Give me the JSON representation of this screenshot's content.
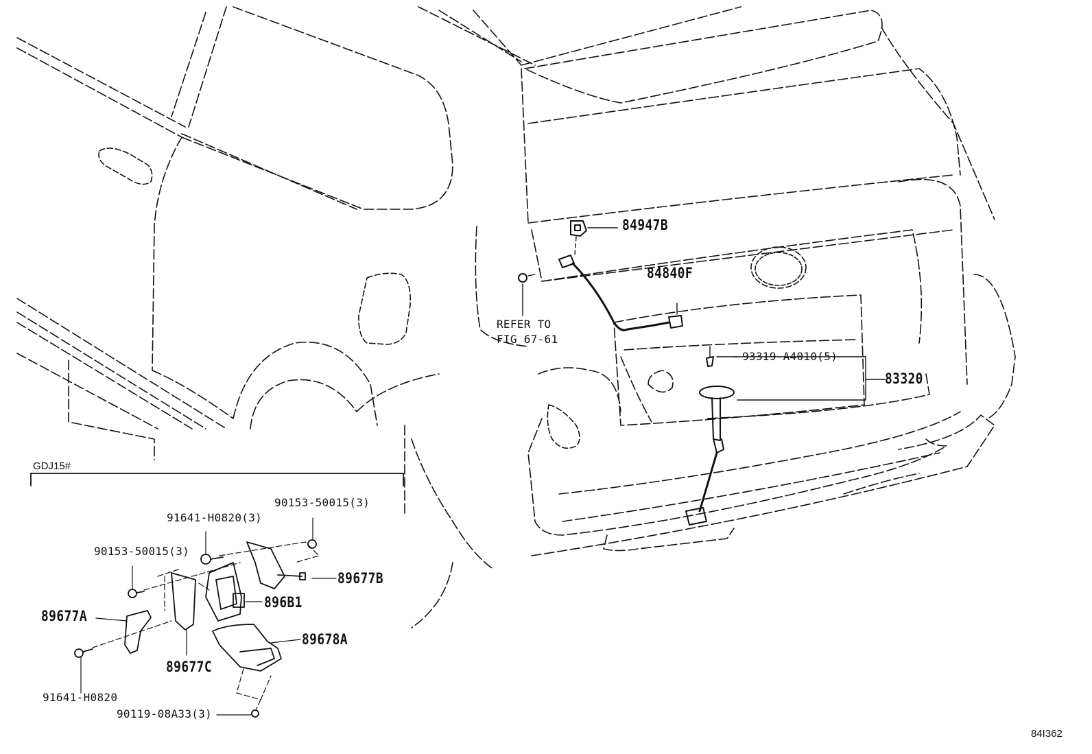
{
  "diagram": {
    "parts": {
      "p84947b": "84947B",
      "p84840f": "84840F",
      "p93319": "93319-A4010(5)",
      "p83320": "83320",
      "p90153_top": "90153-50015(3)",
      "p91641_top": "91641-H0820(3)",
      "p90153_left": "90153-50015(3)",
      "p89677b": "89677B",
      "p896b1": "896B1",
      "p89677a": "89677A",
      "p89678a": "89678A",
      "p89677c": "89677C",
      "p91641_bottom": "91641-H0820",
      "p90119": "90119-08A33(3)"
    },
    "refer_line1": "REFER TO",
    "refer_line2": "FIG 67-61",
    "variant_label": "GDJ15#",
    "figure_code": "84I362"
  }
}
